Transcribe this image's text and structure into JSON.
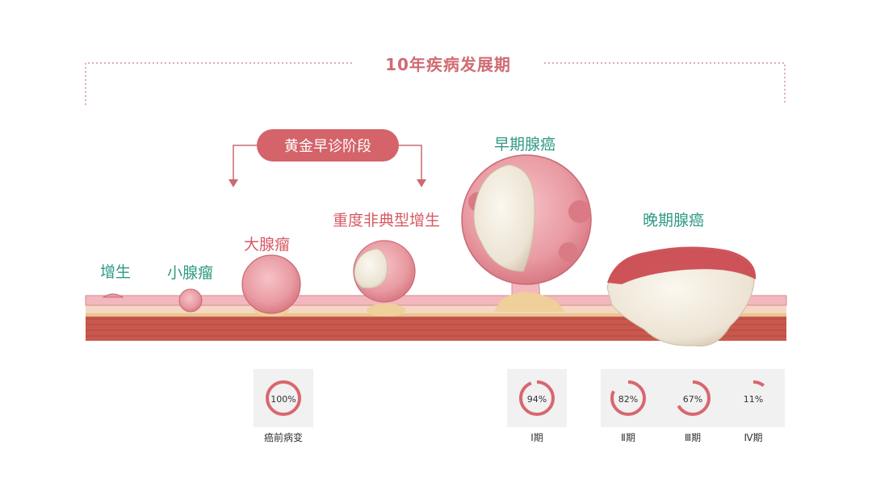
{
  "header": {
    "title": "10年疾病发展期"
  },
  "golden_period": {
    "label": "黄金早诊阶段"
  },
  "stages": [
    {
      "label": "增生"
    },
    {
      "label": "小腺瘤"
    },
    {
      "label": "大腺瘤"
    },
    {
      "label": "重度非典型增生"
    },
    {
      "label": "早期腺癌"
    },
    {
      "label": "晚期腺癌"
    }
  ],
  "rates": [
    {
      "value": 100,
      "text": "100%",
      "label": "癌前病变"
    },
    {
      "value": 94,
      "text": "94%",
      "label": "Ⅰ期"
    },
    {
      "value": 82,
      "text": "82%",
      "label": "Ⅱ期"
    },
    {
      "value": 67,
      "text": "67%",
      "label": "Ⅲ期"
    },
    {
      "value": 11,
      "text": "11%",
      "label": "Ⅳ期"
    }
  ],
  "colors": {
    "accent": "#d4636a",
    "ring": "#d8676e",
    "teal_label": "#2f9a86",
    "rose_label": "#d65a64",
    "tissue": "#f2b8be",
    "muscle": "#c9584f",
    "tumor": "#f4efe4"
  }
}
